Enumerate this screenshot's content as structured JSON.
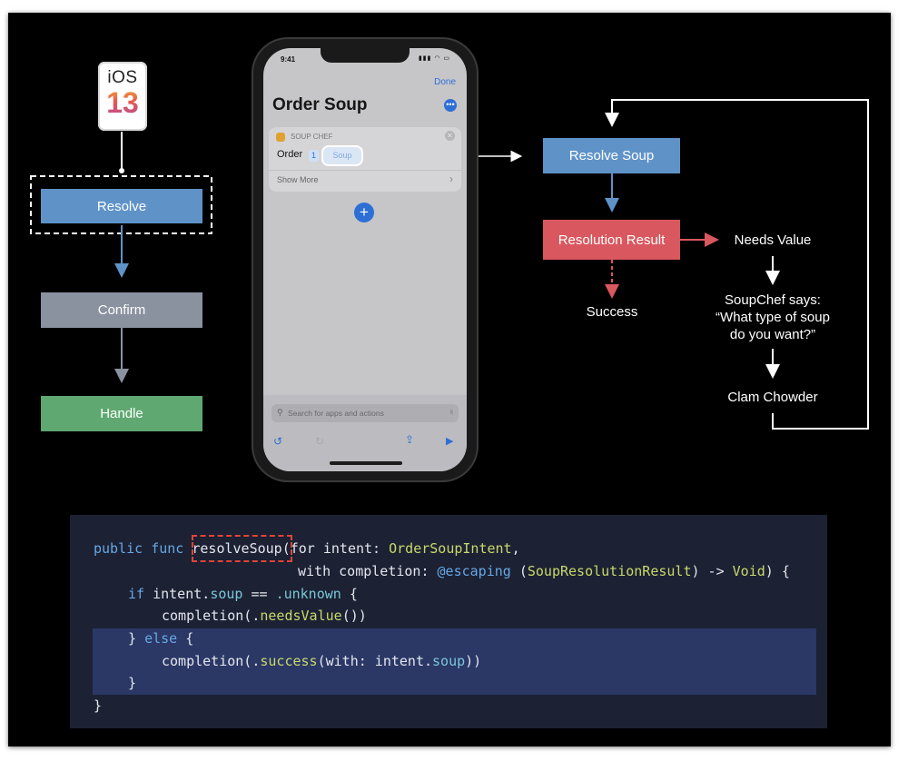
{
  "ios_badge": {
    "line1": "iOS",
    "line2": "13"
  },
  "left_flow": {
    "steps": [
      {
        "label": "Resolve",
        "color": "#5f93c8"
      },
      {
        "label": "Confirm",
        "color": "#8a929f"
      },
      {
        "label": "Handle",
        "color": "#5fa871"
      }
    ]
  },
  "phone": {
    "time": "9:41",
    "status_icons": "▮▮▮ ◠ ▭",
    "done_label": "Done",
    "title": "Order Soup",
    "card": {
      "app_name": "SOUP CHEF",
      "order_label": "Order",
      "quantity": "1",
      "soup_placeholder": "Soup",
      "show_more": "Show More"
    },
    "search_placeholder": "Search for apps and actions"
  },
  "right_flow": {
    "resolve_soup": "Resolve Soup",
    "resolution_result": "Resolution Result",
    "success": "Success",
    "needs_value": "Needs Value",
    "prompt_line1": "SoupChef says:",
    "prompt_line2": "“What type of soup",
    "prompt_line3": "do you want?”",
    "answer": "Clam Chowder",
    "colors": {
      "blue_box": "#5f93c8",
      "red_box": "#d9575e"
    }
  },
  "code": {
    "line1": {
      "t1": "public func ",
      "t2": "resolveSoup",
      "t3": "(for intent: ",
      "t4": "OrderSoupIntent",
      "t5": ","
    },
    "line2": {
      "t1": "with completion: ",
      "t2": "@escaping",
      "t3": " (",
      "t4": "SoupResolutionResult",
      "t5": ") -> ",
      "t6": "Void",
      "t7": ") {"
    },
    "line3": {
      "t1": "if",
      "t2": " intent.",
      "t3": "soup",
      "t4": " == ",
      "t5": ".unknown",
      "t6": " {"
    },
    "line4": {
      "t1": "completion(.",
      "t2": "needsValue",
      "t3": "())"
    },
    "line5": {
      "t1": "} ",
      "t2": "else",
      "t3": " {"
    },
    "line6": {
      "t1": "completion(.",
      "t2": "success",
      "t3": "(with: intent.",
      "t4": "soup",
      "t5": "))"
    },
    "line7": {
      "t1": "}"
    },
    "line8": {
      "t1": "}"
    }
  }
}
